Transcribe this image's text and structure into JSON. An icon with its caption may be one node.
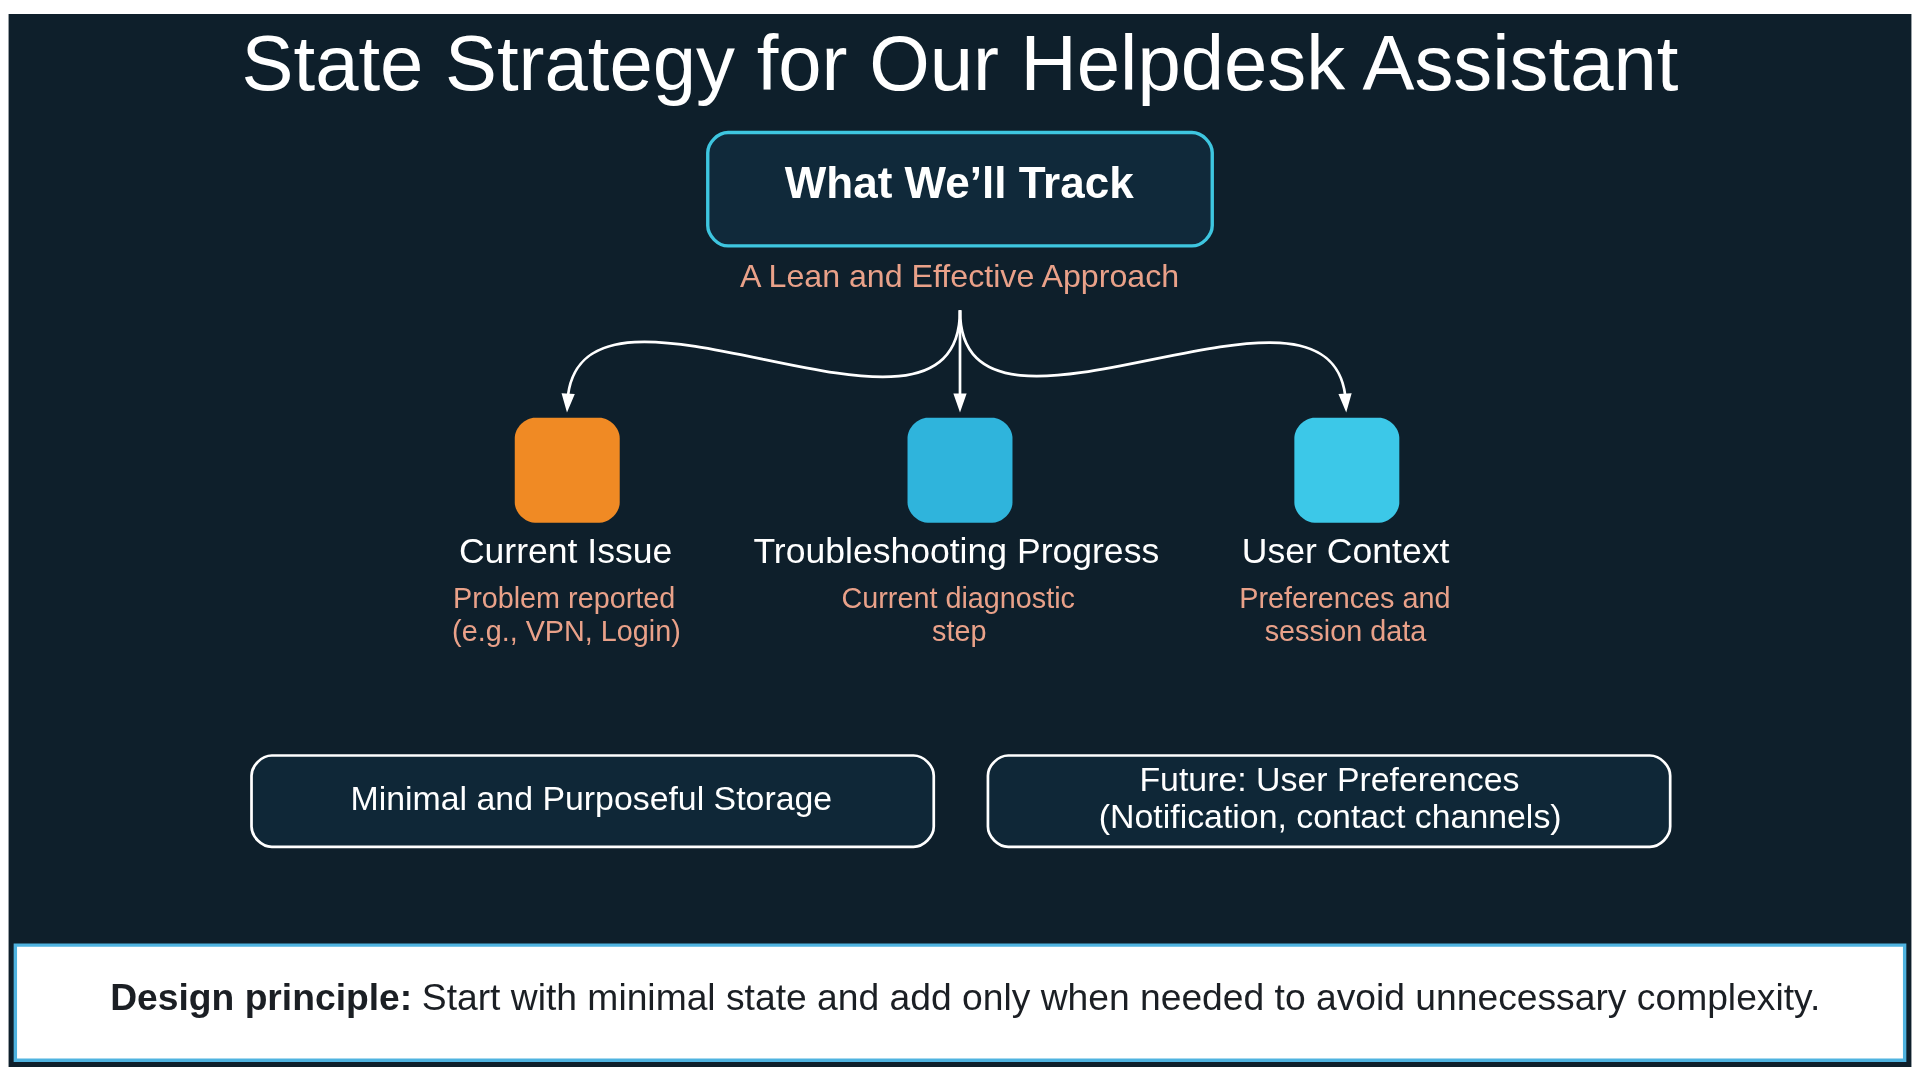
{
  "diagram": {
    "title": "State Strategy for Our Helpdesk Assistant",
    "nodes": [
      {
        "text": [
          "What We’ll Track"
        ],
        "beside": [
          "A Lean and Effective Approach"
        ]
      },
      {
        "text": [
          "Current Issue",
          "Problem reported (e.g., VPN, Login)"
        ]
      },
      {
        "text": [
          "Troubleshooting Progress",
          "Current diagnostic step"
        ]
      },
      {
        "text": [
          "User Context",
          "Preferences and session data"
        ]
      },
      {
        "text": [
          "Minimal and Purposeful Storage"
        ]
      },
      {
        "text": [
          "Future: User Preferences (Notification, contact channels)"
        ]
      },
      {
        "text": [
          "**Design principle:** Start with minimal state and add only when needed to avoid unnecessary complexity."
        ]
      }
    ],
    "edges": [
      {
        "from": 0,
        "to": 1,
        "arrow": "to"
      },
      {
        "from": 0,
        "to": 2,
        "arrow": "to"
      },
      {
        "from": 0,
        "to": 3,
        "arrow": "to"
      }
    ]
  }
}
